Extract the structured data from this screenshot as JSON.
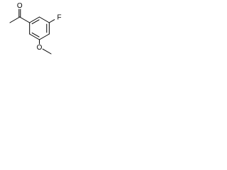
{
  "molecule": {
    "atoms": {
      "ketone_oxygen": "O",
      "fluorine": "F",
      "ether_oxygen": "O"
    }
  }
}
